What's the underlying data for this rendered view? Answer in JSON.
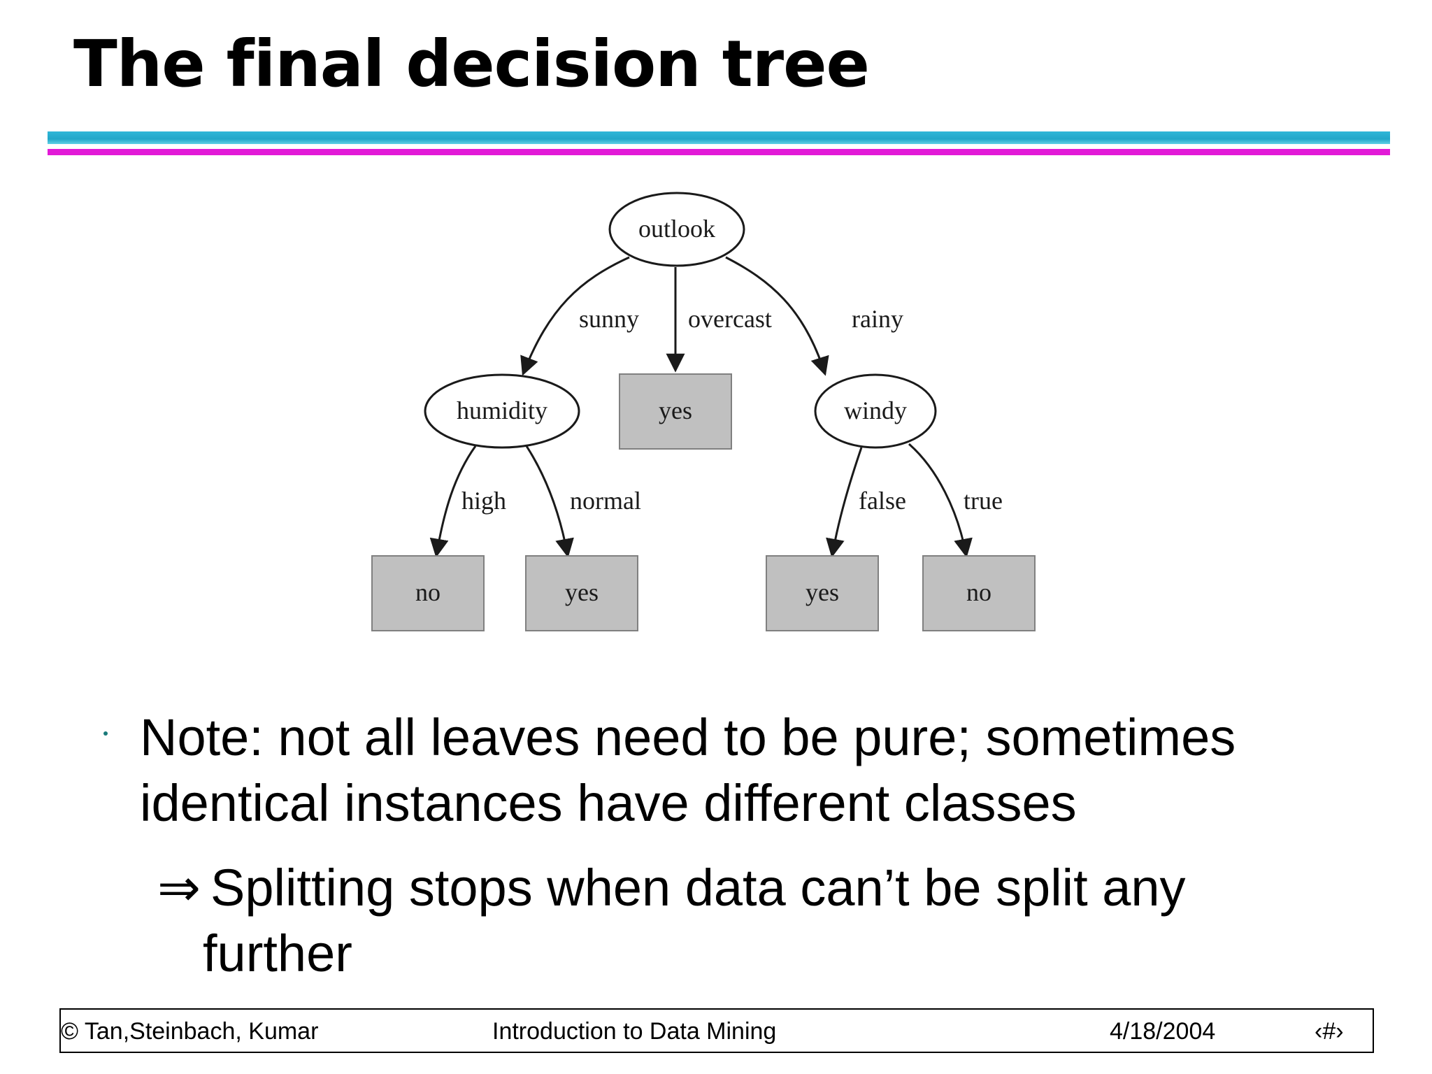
{
  "title": "The final decision tree",
  "colors": {
    "rule_top": "#22a7c9",
    "rule_bottom": "#e21ad7",
    "leaf_fill": "#c0c0c0"
  },
  "tree": {
    "root": "outlook",
    "edges_root": [
      "sunny",
      "overcast",
      "rainy"
    ],
    "humidity": "humidity",
    "overcast_leaf": "yes",
    "windy": "windy",
    "edges_humidity": [
      "high",
      "normal"
    ],
    "edges_windy": [
      "false",
      "true"
    ],
    "leaves": [
      "no",
      "yes",
      "yes",
      "no"
    ]
  },
  "bullet": {
    "text": "Note: not all leaves need to be pure; sometimes identical instances have different classes",
    "arrow": "⇒",
    "sub_text": "Splitting stops when data can’t be split any",
    "sub_text_2": "further"
  },
  "footer": {
    "copyright": "© Tan,Steinbach, Kumar",
    "course": "Introduction to Data Mining",
    "date": "4/18/2004",
    "page": "‹#›"
  }
}
